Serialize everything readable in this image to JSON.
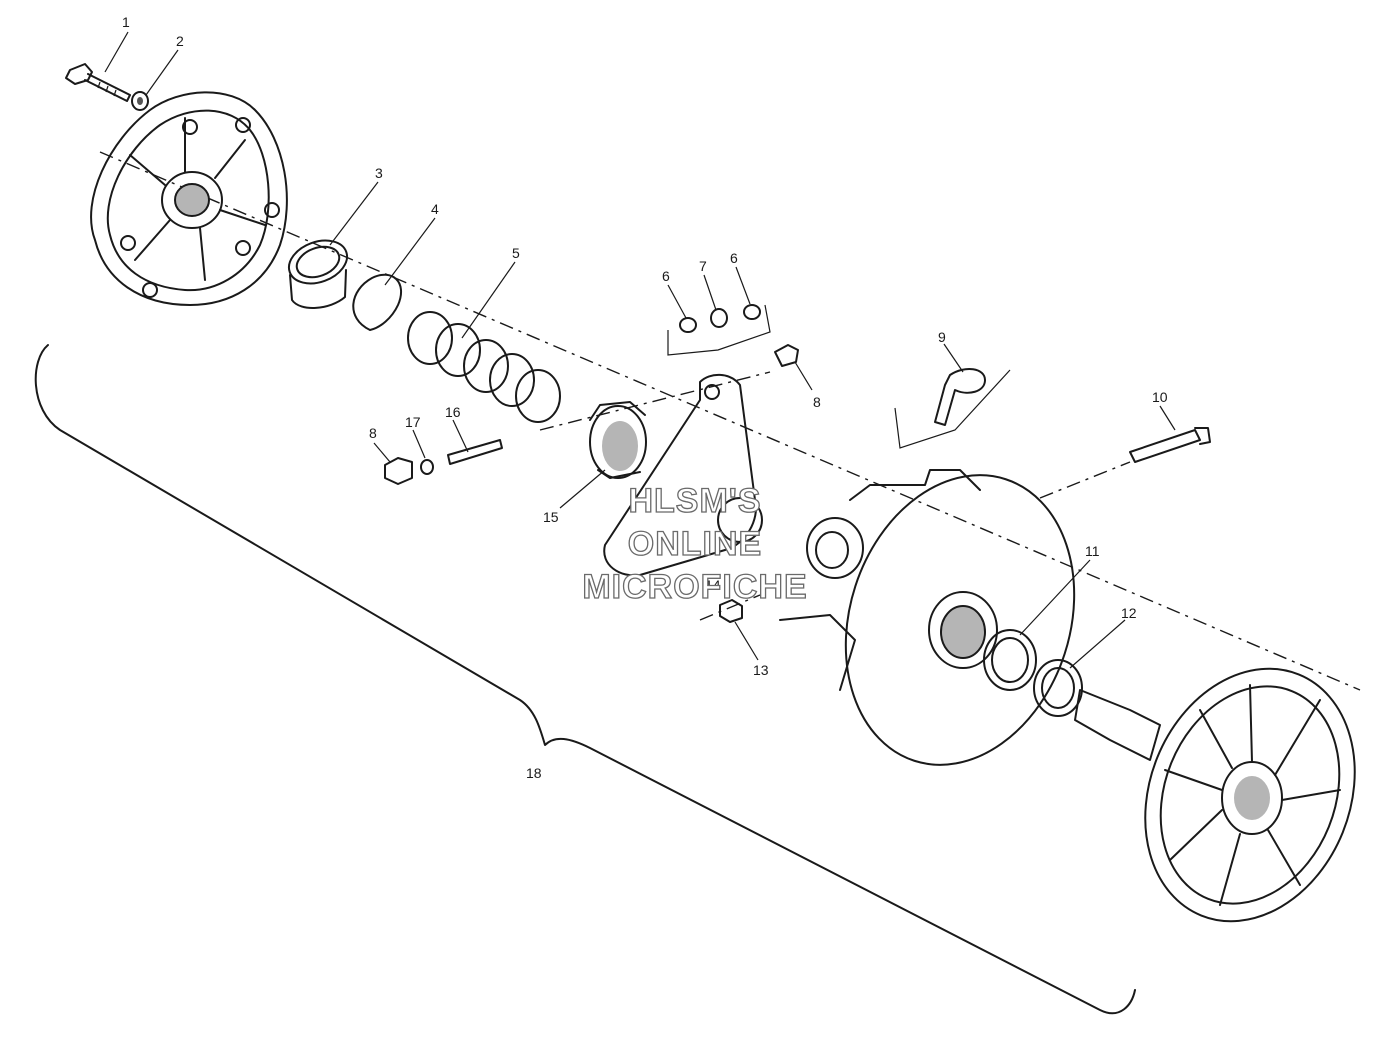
{
  "diagram": {
    "callouts": [
      {
        "id": "c1",
        "label": "1"
      },
      {
        "id": "c2",
        "label": "2"
      },
      {
        "id": "c3",
        "label": "3"
      },
      {
        "id": "c4",
        "label": "4"
      },
      {
        "id": "c5",
        "label": "5"
      },
      {
        "id": "c6a",
        "label": "6"
      },
      {
        "id": "c7",
        "label": "7"
      },
      {
        "id": "c6b",
        "label": "6"
      },
      {
        "id": "c8a",
        "label": "8"
      },
      {
        "id": "c9",
        "label": "9"
      },
      {
        "id": "c10",
        "label": "10"
      },
      {
        "id": "c8b",
        "label": "8"
      },
      {
        "id": "c17",
        "label": "17"
      },
      {
        "id": "c16",
        "label": "16"
      },
      {
        "id": "c15",
        "label": "15"
      },
      {
        "id": "c11",
        "label": "11"
      },
      {
        "id": "c12",
        "label": "12"
      },
      {
        "id": "c14",
        "label": "14"
      },
      {
        "id": "c13",
        "label": "13"
      },
      {
        "id": "c18",
        "label": "18"
      }
    ]
  },
  "watermark": {
    "line1": "HLSM'S",
    "line2": "ONLINE",
    "line3": "MICROFICHE"
  }
}
